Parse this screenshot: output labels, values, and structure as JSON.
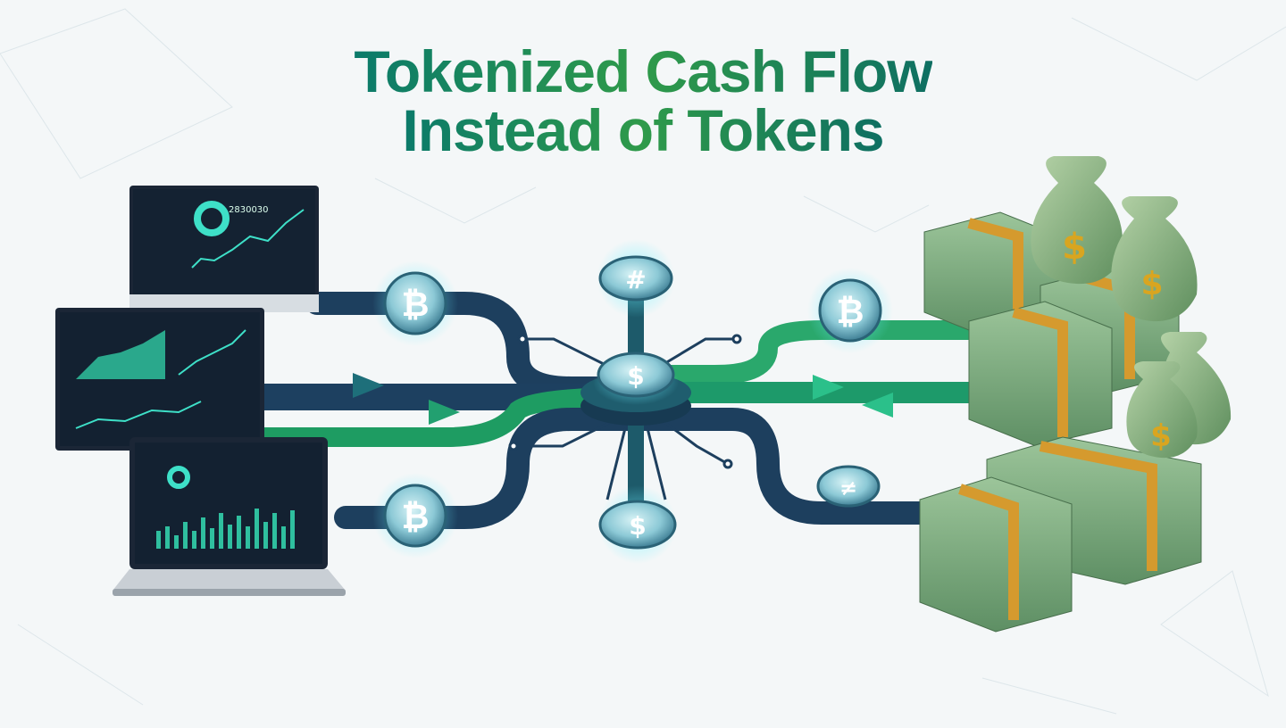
{
  "title": {
    "line1": "Tokenized Cash Flow",
    "line2": "Instead of Tokens"
  },
  "colors": {
    "title_teal": "#0f7a66",
    "title_green": "#4a9e35",
    "pipe_navy": "#1d3f5e",
    "pipe_teal": "#16706f",
    "pipe_green": "#2ea86a",
    "coin": "#8fd1dc",
    "cash_green": "#6f9f72",
    "band_gold": "#d59a2e"
  },
  "icons": [
    "bitcoin-coin-icon",
    "hash-coin-icon",
    "dollar-coin-icon",
    "money-bag-icon",
    "cash-stack-icon",
    "monitor-icon",
    "laptop-icon"
  ],
  "dashboard": {
    "headline_value": "2830030"
  }
}
